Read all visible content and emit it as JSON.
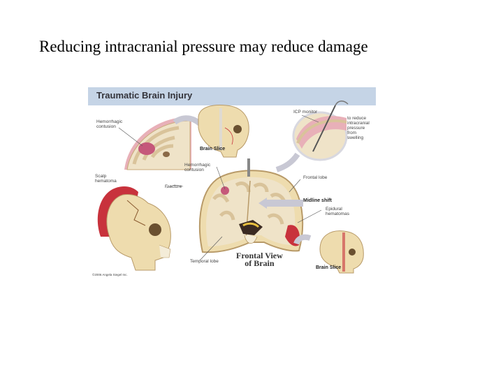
{
  "slide": {
    "title": "Reducing intracranial pressure may reduce damage"
  },
  "figure": {
    "title": "Traumatic Brain Injury",
    "labels": {
      "hemorrhagic_contusion_1": "Hemorrhagic\ncontusion",
      "brain_slice_1": "Brain Slice",
      "icp_monitor": "ICP monitor",
      "to_reduce": "to reduce\nintracranial\npressure\nfrom\nswelling",
      "hemorrhagic_contusion_2": "Hemorrhagic\ncontusion",
      "scalp_hematoma": "Scalp\nhematoma",
      "fracture": "Fracture",
      "frontal_lobe": "Frontal lobe",
      "midline_shift": "Midline shift",
      "epidural_hematomas": "Epidural\nhematomas",
      "temporal_lobe": "Temporal lobe",
      "frontal_view": "Frontal View\nof Brain",
      "brain_slice_2": "Brain Slice",
      "copyright": "©2006 Angela Siegel Inc."
    },
    "colors": {
      "header_bg": "#c5d4e6",
      "brain_tissue": "#efe3c8",
      "brain_gray": "#d9c39a",
      "skull": "#eedcae",
      "blood": "#c8323c",
      "contusion": "#c5587a",
      "arrow": "#c8c8d4"
    }
  }
}
